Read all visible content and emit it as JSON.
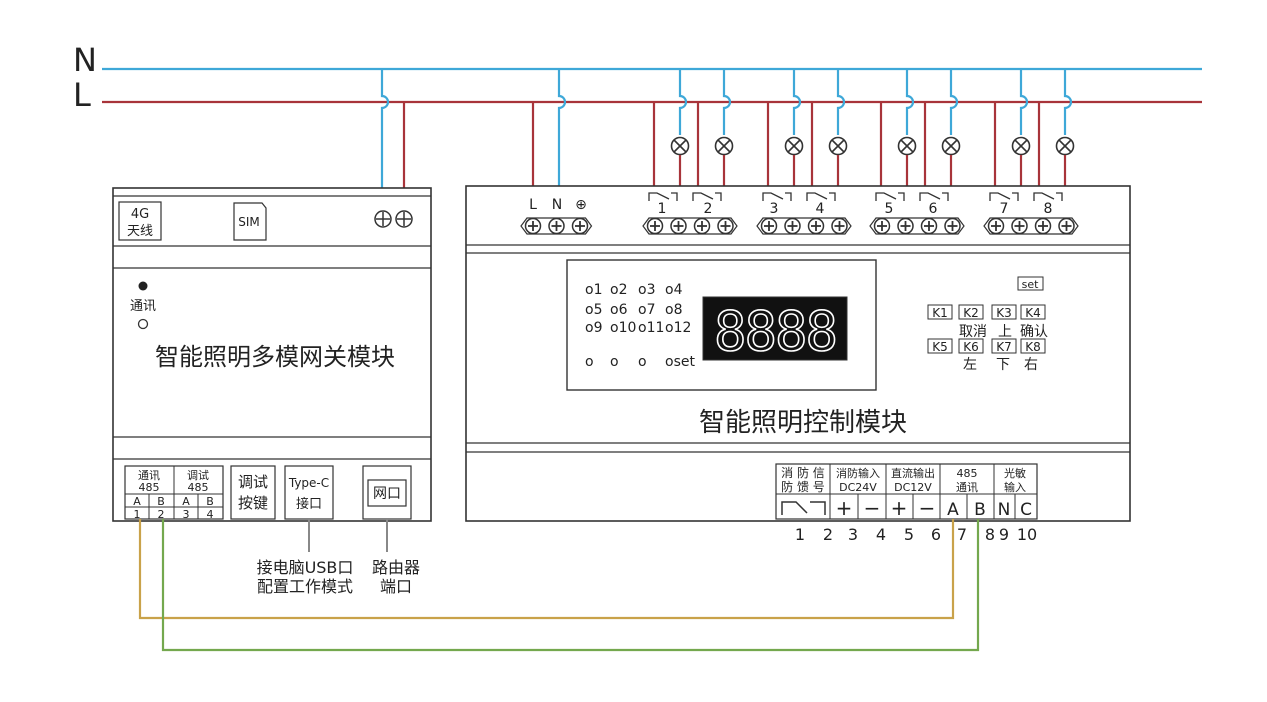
{
  "lines": {
    "n_label": "N",
    "l_label": "L",
    "n_color": "#3ea8d8",
    "l_color": "#a8343a",
    "comm_a_color": "#c9a24a",
    "comm_b_color": "#74a84e"
  },
  "gateway": {
    "antenna_top": "4G",
    "antenna_bottom": "天线",
    "sim_label": "SIM",
    "comm_label": "通讯",
    "title": "智能照明多模网关模块",
    "port_comm_485_top": "通讯",
    "port_comm_485_bottom": "485",
    "port_debug_485_top": "调试",
    "port_debug_485_bottom": "485",
    "pin_letters": [
      "A",
      "B",
      "A",
      "B"
    ],
    "pin_numbers": [
      "1",
      "2",
      "3",
      "4"
    ],
    "debug_key_top": "调试",
    "debug_key_bottom": "按键",
    "typec_top": "Type-C",
    "typec_bottom": "接口",
    "lan_label": "网口",
    "note_usb_line1": "接电脑USB口",
    "note_usb_line2": "配置工作模式",
    "note_router_line1": "路由器",
    "note_router_line2": "端口"
  },
  "controller": {
    "terminal_labels": [
      "L",
      "N",
      "⊕"
    ],
    "relay_numbers": [
      "1",
      "2",
      "3",
      "4",
      "5",
      "6",
      "7",
      "8"
    ],
    "leds": [
      [
        "o1",
        "o2",
        "o3",
        "o4"
      ],
      [
        "o5",
        "o6",
        "o7",
        "o8"
      ],
      [
        "o9",
        "o10",
        "o11",
        "o12"
      ],
      [
        "o",
        "o",
        "o",
        "oset"
      ]
    ],
    "display_digits": "8888",
    "set_label": "set",
    "keys": [
      "K1",
      "K2",
      "K3",
      "K4",
      "K5",
      "K6",
      "K7",
      "K8"
    ],
    "key_functions_row1": [
      "取消",
      "上",
      "确认"
    ],
    "key_functions_row2": [
      "左",
      "下",
      "右"
    ],
    "title": "智能照明控制模块",
    "fire_signal_top": "消 防 信",
    "fire_signal_bottom": "防 馈 号",
    "fire_input_top": "消防输入",
    "fire_input_bottom": "DC24V",
    "dc_output_top": "直流输出",
    "dc_output_bottom": "DC12V",
    "rs485_top": "485",
    "rs485_bottom": "通讯",
    "light_sensor_top": "光敏",
    "light_sensor_bottom": "输入",
    "bottom_symbols": [
      "+",
      "−",
      "+",
      "−",
      "A",
      "B",
      "N",
      "C"
    ],
    "bottom_numbers": [
      "1",
      "2",
      "3",
      "4",
      "5",
      "6",
      "7",
      "8",
      "9",
      "10"
    ]
  }
}
